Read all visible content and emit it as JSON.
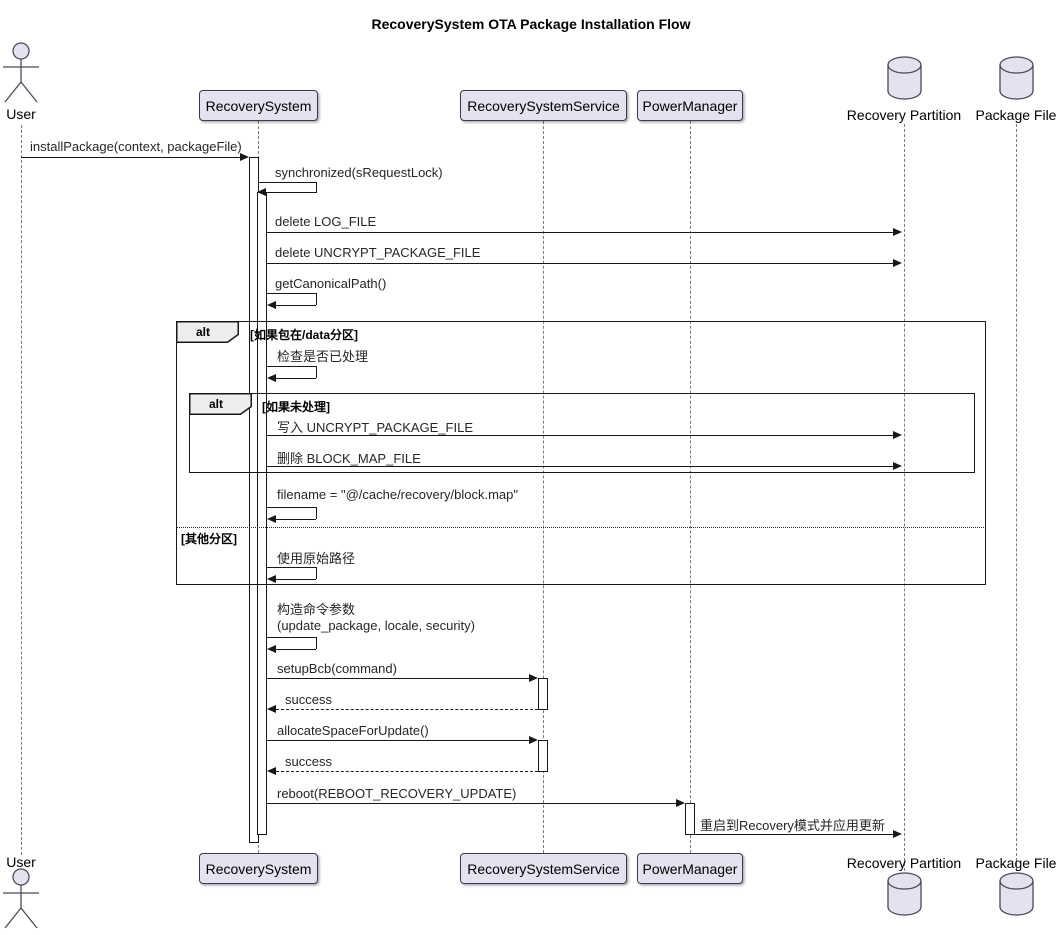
{
  "diagram": {
    "title": "RecoverySystem OTA Package Installation Flow",
    "type": "uml-sequence"
  },
  "colors": {
    "participant_fill": "#E2E2F0",
    "participant_border": "#4a4a5a",
    "frame_tab_fill": "#EEEEEE",
    "line_color": "#181818"
  },
  "participants": {
    "user": {
      "label": "User",
      "kind": "actor"
    },
    "recovery_system": {
      "label": "RecoverySystem",
      "kind": "participant"
    },
    "recovery_system_service": {
      "label": "RecoverySystemService",
      "kind": "participant"
    },
    "power_manager": {
      "label": "PowerManager",
      "kind": "participant"
    },
    "recovery_partition": {
      "label": "Recovery Partition",
      "kind": "database"
    },
    "package_file": {
      "label": "Package File",
      "kind": "database"
    }
  },
  "frames": {
    "outer_alt": {
      "operator": "alt",
      "guard_if": "[如果包在/data分区]",
      "guard_else": "[其他分区]"
    },
    "inner_alt": {
      "operator": "alt",
      "guard_if": "[如果未处理]"
    }
  },
  "messages": {
    "install_package": "installPackage(context, packageFile)",
    "synchronized": "synchronized(sRequestLock)",
    "delete_log_file": "delete LOG_FILE",
    "delete_uncrypt_package_file": "delete UNCRYPT_PACKAGE_FILE",
    "get_canonical_path": "getCanonicalPath()",
    "check_if_processed": "检查是否已处理",
    "write_uncrypt_package_file": "写入 UNCRYPT_PACKAGE_FILE",
    "delete_block_map_file": "删除 BLOCK_MAP_FILE",
    "set_filename": "filename = \"@/cache/recovery/block.map\"",
    "use_original_path": "使用原始路径",
    "build_command_args_line1": "构造命令参数",
    "build_command_args_line2": "(update_package, locale, security)",
    "setup_bcb": "setupBcb(command)",
    "setup_bcb_return": "success",
    "allocate_space": "allocateSpaceForUpdate()",
    "allocate_space_return": "success",
    "reboot": "reboot(REBOOT_RECOVERY_UPDATE)",
    "reboot_note": "重启到Recovery模式并应用更新"
  }
}
